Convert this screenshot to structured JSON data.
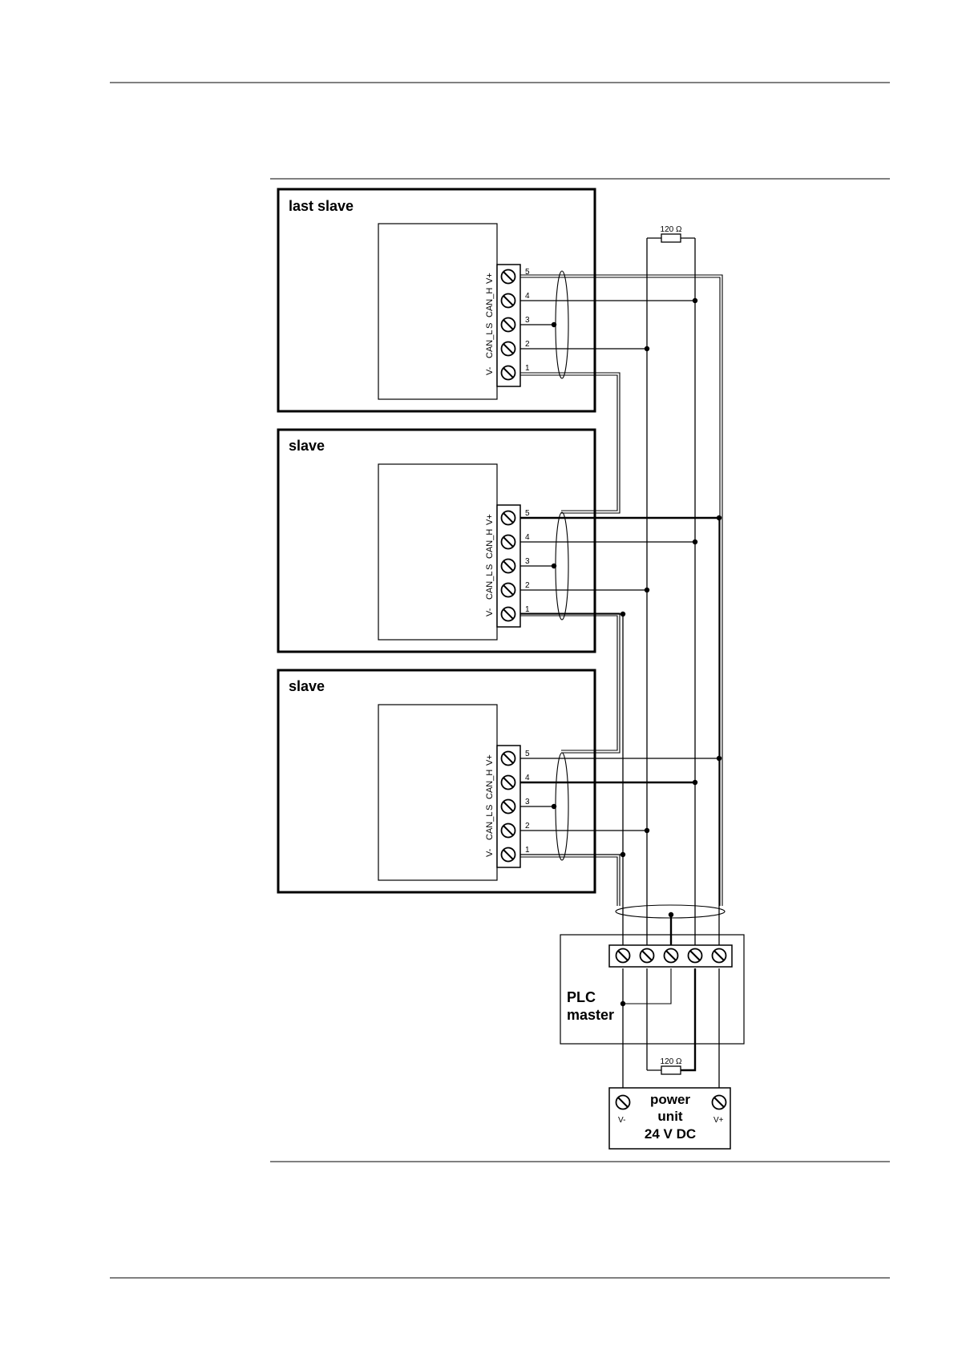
{
  "devices": {
    "last_slave": {
      "title": "last slave"
    },
    "slave_1": {
      "title": "slave"
    },
    "slave_2": {
      "title": "slave"
    }
  },
  "terminal_labels": [
    "V-",
    "CAN_L",
    "S",
    "CAN_H",
    "V+"
  ],
  "terminal_numbers": [
    "5",
    "4",
    "3",
    "2",
    "1"
  ],
  "resistor_top": "120 Ω",
  "resistor_bottom": "120 Ω",
  "plc": {
    "line1": "PLC",
    "line2": "master"
  },
  "power": {
    "line1": "power",
    "line2": "unit",
    "line3": "24 V DC",
    "vminus": "V-",
    "vplus": "V+"
  }
}
